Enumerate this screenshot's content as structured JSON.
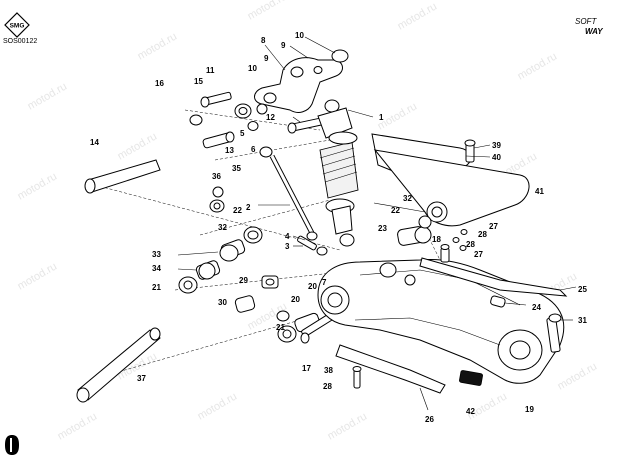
{
  "drawing_code": "SOS00122",
  "badge_text": "SMG",
  "brand": {
    "line1": "SOFT",
    "line2": "WAY"
  },
  "watermark_text": "motod.ru",
  "callouts": [
    "1",
    "2",
    "3",
    "4",
    "5",
    "6",
    "7",
    "8",
    "9",
    "10",
    "9",
    "10",
    "11",
    "12",
    "13",
    "14",
    "15",
    "16",
    "17",
    "18",
    "19",
    "20",
    "20",
    "21",
    "21",
    "22",
    "22",
    "23",
    "24",
    "25",
    "26",
    "27",
    "27",
    "28",
    "28",
    "28",
    "29",
    "30",
    "31",
    "32",
    "32",
    "33",
    "34",
    "35",
    "36",
    "37",
    "38",
    "39",
    "40",
    "41",
    "42"
  ],
  "labels": {
    "l1": "1",
    "l2": "2",
    "l3": "3",
    "l4": "4",
    "l5": "5",
    "l6": "6",
    "l7": "7",
    "l8": "8",
    "l9a": "9",
    "l9b": "9",
    "l10a": "10",
    "l10b": "10",
    "l11": "11",
    "l12": "12",
    "l13": "13",
    "l14": "14",
    "l15": "15",
    "l16": "16",
    "l17": "17",
    "l18": "18",
    "l19": "19",
    "l20a": "20",
    "l20b": "20",
    "l21a": "21",
    "l21b": "21",
    "l22a": "22",
    "l22b": "22",
    "l23": "23",
    "l24": "24",
    "l25": "25",
    "l26": "26",
    "l27a": "27",
    "l27b": "27",
    "l28a": "28",
    "l28b": "28",
    "l28c": "28",
    "l29": "29",
    "l30": "30",
    "l31": "31",
    "l32a": "32",
    "l32b": "32",
    "l33": "33",
    "l34": "34",
    "l35": "35",
    "l36": "36",
    "l37": "37",
    "l38": "38",
    "l39": "39",
    "l40": "40",
    "l41": "41",
    "l42": "42"
  }
}
